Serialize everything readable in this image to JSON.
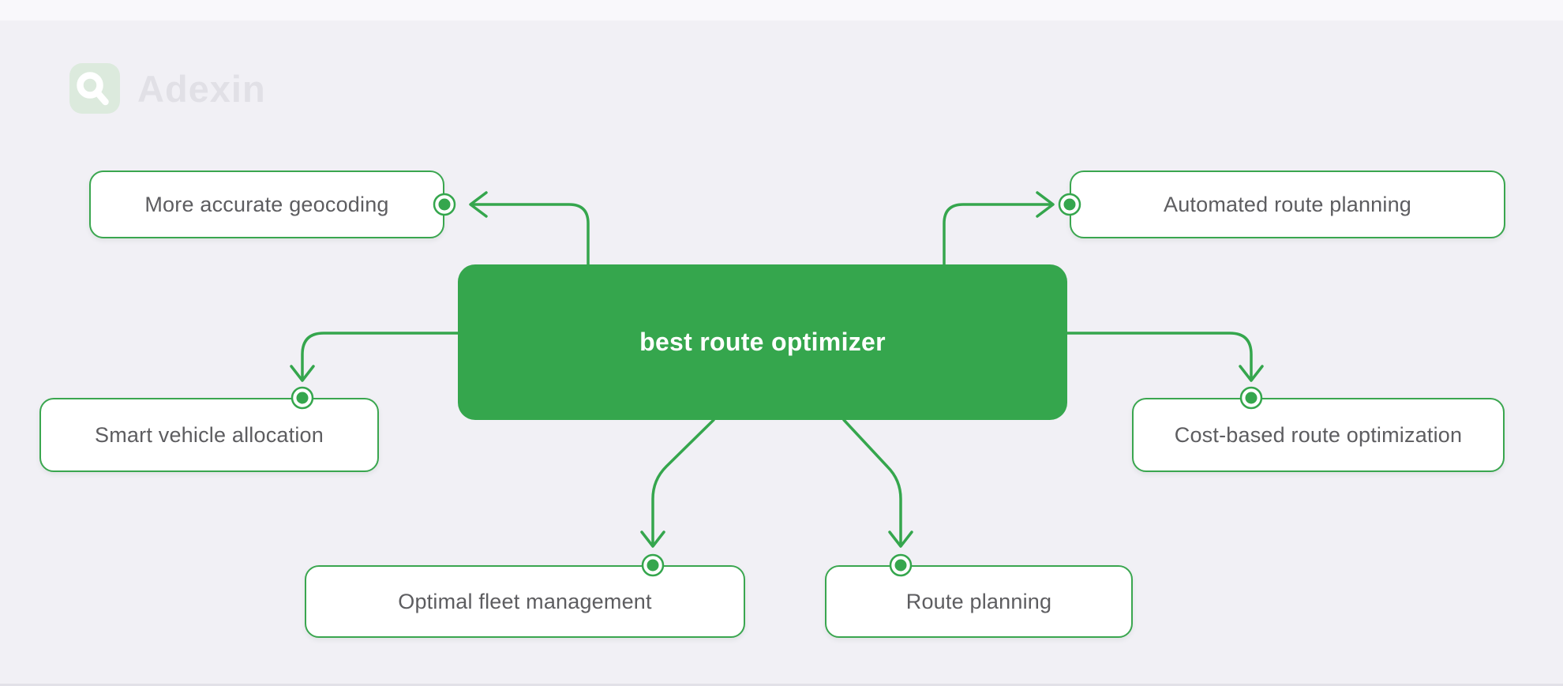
{
  "brand": {
    "name": "Adexin",
    "logo_icon": "adexin-a-icon",
    "tile_color": "#DCEADD",
    "text_color": "#E1E0E6"
  },
  "diagram": {
    "center": {
      "label": "best route optimizer",
      "fill_color": "#35A64D",
      "text_color": "#FFFFFF"
    },
    "nodes": [
      {
        "id": "more-accurate-geocoding",
        "label": "More accurate geocoding",
        "position": "top-left",
        "dot_side": "right"
      },
      {
        "id": "automated-route-planning",
        "label": "Automated route planning",
        "position": "top-right",
        "dot_side": "left"
      },
      {
        "id": "smart-vehicle-allocation",
        "label": "Smart vehicle allocation",
        "position": "middle-left",
        "dot_side": "top"
      },
      {
        "id": "cost-based-route-optimization",
        "label": "Cost-based route optimization",
        "position": "middle-right",
        "dot_side": "top"
      },
      {
        "id": "optimal-fleet-management",
        "label": "Optimal fleet management",
        "position": "bottom-left",
        "dot_side": "top"
      },
      {
        "id": "route-planning",
        "label": "Route planning",
        "position": "bottom-right",
        "dot_side": "top"
      }
    ],
    "colors": {
      "accent_green": "#35A64D",
      "node_border": "#3AA64F",
      "node_background": "#FFFFFF",
      "node_text": "#5D5D60",
      "page_background": "#F1F0F5"
    }
  }
}
